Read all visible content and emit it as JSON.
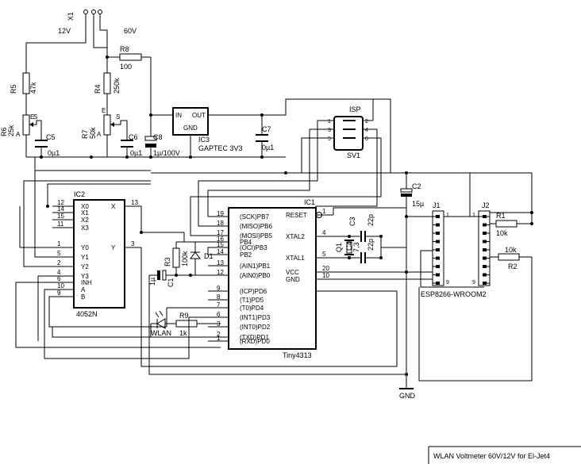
{
  "title_block": {
    "text": "WLAN Voltmeter 60V/12V for El-Jet4"
  },
  "connector_x1": {
    "ref": "X1",
    "label_12v": "12V",
    "label_60v": "60V"
  },
  "power": {
    "gnd_label": "GND"
  },
  "resistors": {
    "r5": {
      "ref": "R5",
      "value": "47k"
    },
    "r4": {
      "ref": "R4",
      "value": "250k"
    },
    "r8": {
      "ref": "R8",
      "value": "100"
    },
    "r6": {
      "ref": "R6",
      "value": "25k"
    },
    "r7": {
      "ref": "R7",
      "value": "50k"
    },
    "r3": {
      "ref": "R3",
      "value": "100k"
    },
    "r9": {
      "ref": "R9",
      "value": "1k"
    },
    "r1": {
      "ref": "R1",
      "value": "10k"
    },
    "r2": {
      "ref": "R2",
      "value": "10k"
    }
  },
  "pot_pins": {
    "a": "A",
    "e": "E",
    "s": "S"
  },
  "capacitors": {
    "c5": {
      "ref": "C5",
      "value": "0µ1"
    },
    "c6": {
      "ref": "C6",
      "value": "0µ1"
    },
    "c8": {
      "ref": "C8",
      "value": "1µ/100V"
    },
    "c7": {
      "ref": "C7",
      "value": "0µ1"
    },
    "c1": {
      "ref": "C1",
      "value": "1µ"
    },
    "c2": {
      "ref": "C2",
      "value": "15µ"
    },
    "c3": {
      "ref": "C3",
      "value": "22p"
    },
    "c4": {
      "ref": "C4",
      "value": "22p"
    }
  },
  "ic3": {
    "ref": "IC3",
    "part": "GAPTEC 3V3",
    "pin_in": "IN",
    "pin_out": "OUT",
    "pin_gnd": "GND"
  },
  "ic2": {
    "ref": "IC2",
    "part": "4052N",
    "left_pins": [
      {
        "num": "12",
        "name": "X0"
      },
      {
        "num": "14",
        "name": "X1"
      },
      {
        "num": "15",
        "name": "X2"
      },
      {
        "num": "11",
        "name": "X3"
      },
      {
        "num": "1",
        "name": "Y0"
      },
      {
        "num": "5",
        "name": "Y1"
      },
      {
        "num": "2",
        "name": "Y2"
      },
      {
        "num": "4",
        "name": "Y3"
      },
      {
        "num": "6",
        "name": "INH"
      },
      {
        "num": "10",
        "name": "A"
      },
      {
        "num": "9",
        "name": "B"
      }
    ],
    "right_pins": [
      {
        "num": "13",
        "name": "X"
      },
      {
        "num": "3",
        "name": "Y"
      }
    ]
  },
  "ic1": {
    "ref": "IC1",
    "part": "Tiny4313",
    "left_pins": [
      {
        "num": "19",
        "name": "(SCK)PB7"
      },
      {
        "num": "18",
        "name": "(MISO)PB6"
      },
      {
        "num": "17",
        "name": "(MOSI)PB5"
      },
      {
        "num": "16",
        "name": "PB4"
      },
      {
        "num": "15",
        "name": "(OCI)PB3"
      },
      {
        "num": "14",
        "name": "PB2"
      },
      {
        "num": "13",
        "name": "(AIN1)PB1"
      },
      {
        "num": "12",
        "name": "(AIN0)PB0"
      },
      {
        "num": "9",
        "name": "(ICP)PD6"
      },
      {
        "num": "8",
        "name": "(T1)PD5"
      },
      {
        "num": "7",
        "name": "(T0)PD4"
      },
      {
        "num": "6",
        "name": "(INT1)PD3"
      },
      {
        "num": "3",
        "name": "(INT0)PD2"
      },
      {
        "num": "2",
        "name": "(TXD)PD1"
      },
      {
        "num": "1",
        "name": "(RXD)PD0"
      }
    ],
    "right_pins": [
      {
        "num": "1",
        "name": "RESET"
      },
      {
        "num": "4",
        "name": "XTAL2"
      },
      {
        "num": "5",
        "name": "XTAL1"
      },
      {
        "num": "20",
        "name": "VCC"
      },
      {
        "num": "10",
        "name": "GND"
      }
    ]
  },
  "isp": {
    "ref": "ISP",
    "sub": "SV1",
    "pins_left": [
      "1",
      "3",
      "5"
    ],
    "pins_right": [
      "2",
      "4",
      "6"
    ]
  },
  "crystal": {
    "ref": "Q1",
    "value": "7,3"
  },
  "diode": {
    "ref": "D1"
  },
  "led": {
    "label": "WLAN"
  },
  "j1": {
    "ref": "J1",
    "pin_first": "1",
    "pin_last": "9",
    "part": "ESP8266-WROOM2"
  },
  "j2": {
    "ref": "J2",
    "pin_first": "1",
    "pin_last": "9"
  }
}
